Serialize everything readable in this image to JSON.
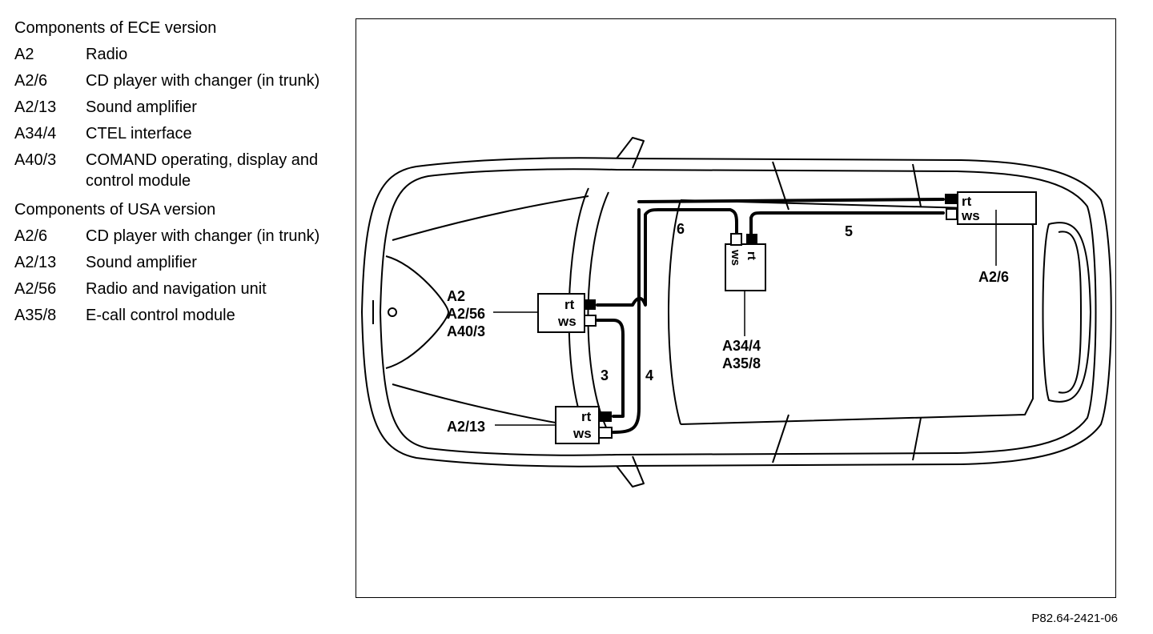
{
  "legend": {
    "ece_heading": "Components of ECE version",
    "ece_items": [
      {
        "code": "A2",
        "text": "Radio"
      },
      {
        "code": "A2/6",
        "text": "CD player with changer (in trunk)"
      },
      {
        "code": "A2/13",
        "text": "Sound amplifier"
      },
      {
        "code": "A34/4",
        "text": "CTEL interface"
      },
      {
        "code": "A40/3",
        "text": "COMAND operating, display and control module"
      }
    ],
    "usa_heading": "Components of USA version",
    "usa_items": [
      {
        "code": "A2/6",
        "text": "CD player with changer (in trunk)"
      },
      {
        "code": "A2/13",
        "text": "Sound amplifier"
      },
      {
        "code": "A2/56",
        "text": "Radio and navigation unit"
      },
      {
        "code": "A35/8",
        "text": "E-call control module"
      }
    ]
  },
  "diagram": {
    "unit_head": [
      "A2",
      "A2/56",
      "A40/3"
    ],
    "unit_amp": "A2/13",
    "unit_cd": "A2/6",
    "unit_ctel": [
      "A34/4",
      "A35/8"
    ],
    "conn_rt": "rt",
    "conn_ws": "ws",
    "wire_labels": [
      "3",
      "4",
      "5",
      "6"
    ]
  },
  "figure_ref": "P82.64-2421-06"
}
